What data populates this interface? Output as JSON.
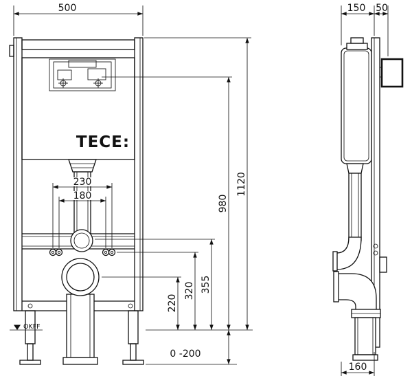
{
  "drawing": {
    "brand": "TECE:",
    "floor_label": "OKFF",
    "colors": {
      "line": "#111111",
      "background": "#ffffff"
    },
    "front_view": {
      "width_top": "500",
      "bolt_spacing_outer": "230",
      "bolt_spacing_inner": "180",
      "height_overall": "1120",
      "height_flush_unit": "980",
      "height_flush_connection": "355",
      "height_bolts": "320",
      "height_drain": "220",
      "feet_adjust_range": "0 -200"
    },
    "side_view": {
      "depth_frame": "150",
      "depth_wall": "50",
      "depth_outlet": "160"
    }
  }
}
